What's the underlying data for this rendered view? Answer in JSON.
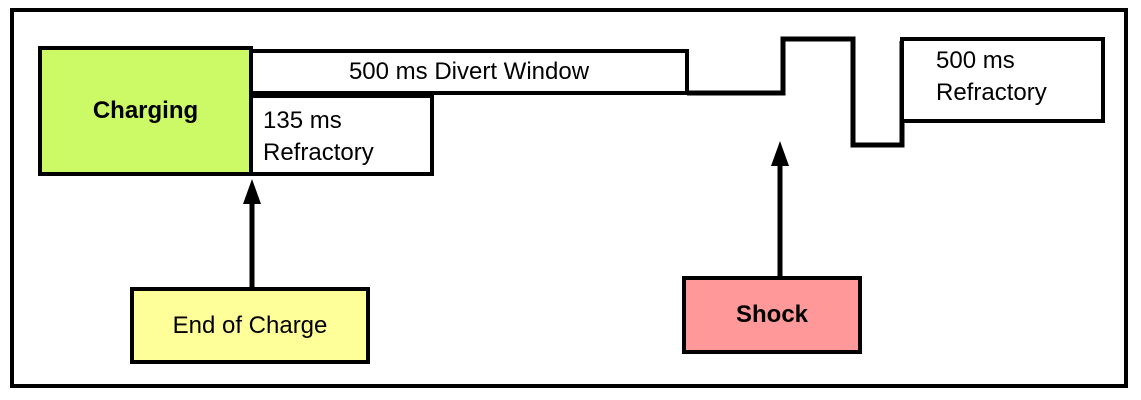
{
  "diagram": {
    "colors": {
      "line": "#000000",
      "background": "#ffffff"
    },
    "charging": {
      "label": "Charging",
      "fill": "#ccf966"
    },
    "divert_window": {
      "label": "500 ms Divert Window",
      "fill": "#ffffff"
    },
    "refractory_135": {
      "line1": "135 ms",
      "line2": "Refractory",
      "fill": "#ffffff"
    },
    "refractory_500": {
      "line1": "500 ms",
      "line2": "Refractory",
      "fill": "#ffffff"
    },
    "end_of_charge": {
      "label": "End of Charge",
      "fill": "#ffff99"
    },
    "shock": {
      "label": "Shock",
      "fill": "#ff9999"
    }
  }
}
